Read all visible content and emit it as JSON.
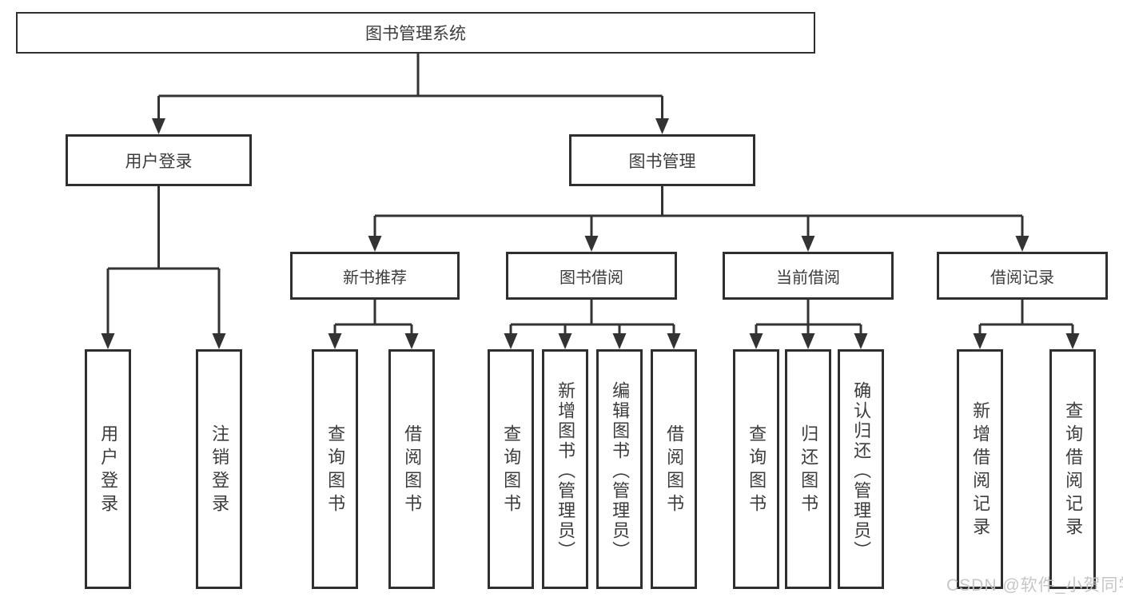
{
  "diagram": {
    "root": {
      "label": "图书管理系统"
    },
    "level2": [
      {
        "label": "用户登录"
      },
      {
        "label": "图书管理"
      }
    ],
    "level3": [
      {
        "label": "新书推荐"
      },
      {
        "label": "图书借阅"
      },
      {
        "label": "当前借阅"
      },
      {
        "label": "借阅记录"
      }
    ],
    "leaves": {
      "user": [
        "用户登录",
        "注销登录"
      ],
      "newbooks": [
        "查询图书",
        "借阅图书"
      ],
      "borrow": [
        "查询图书",
        "新增图书（管理员）",
        "编辑图书（管理员）",
        "借阅图书"
      ],
      "current": [
        "查询图书",
        "归还图书",
        "确认归还（管理员）"
      ],
      "records": [
        "新增借阅记录",
        "查询借阅记录"
      ]
    }
  },
  "colors": {
    "line": "#333333",
    "border": "#2f2f2f",
    "text": "#3c3c3c",
    "watermark": "#c3c3c3",
    "background": "#ffffff"
  },
  "watermark": {
    "text": "CSDN @软件_小贺同学"
  }
}
